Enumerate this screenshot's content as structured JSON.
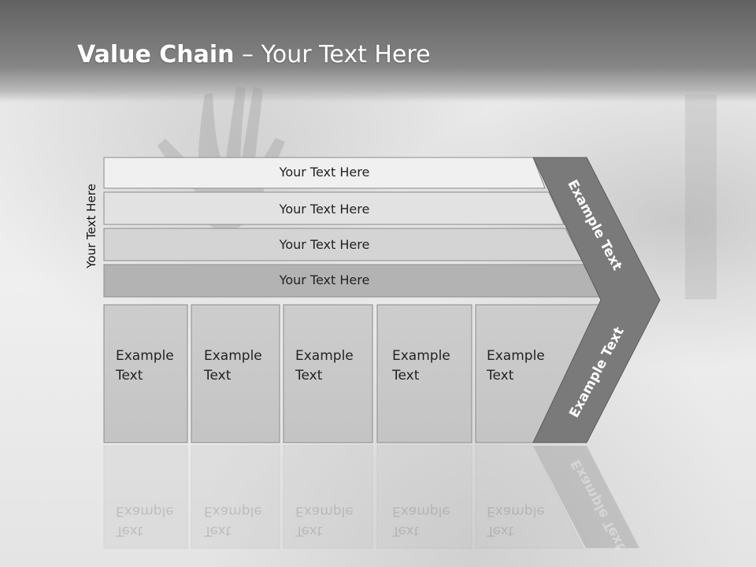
{
  "slide": {
    "title_bold": "Value Chain",
    "title_rest": " – Your Text Here",
    "side_label": "Your Text Here"
  },
  "rows": [
    {
      "label": "Your Text Here",
      "fill": "#f0f0f0"
    },
    {
      "label": "Your Text Here",
      "fill": "#e2e2e2"
    },
    {
      "label": "Your Text Here",
      "fill": "#d4d4d4"
    },
    {
      "label": "Your Text Here",
      "fill": "#b3b3b3"
    }
  ],
  "columns": [
    {
      "line1": "Example",
      "line2": "Text"
    },
    {
      "line1": "Example",
      "line2": "Text"
    },
    {
      "line1": "Example",
      "line2": "Text"
    },
    {
      "line1": "Example",
      "line2": "Text"
    },
    {
      "line1": "Example",
      "line2": "Text"
    }
  ],
  "chevron": {
    "upper_text": "Example Text",
    "lower_text": "Example Text",
    "fill": "#7a7a7a"
  },
  "colors": {
    "column_fill": "#c9c9c9",
    "header": "#6e6e6e"
  }
}
